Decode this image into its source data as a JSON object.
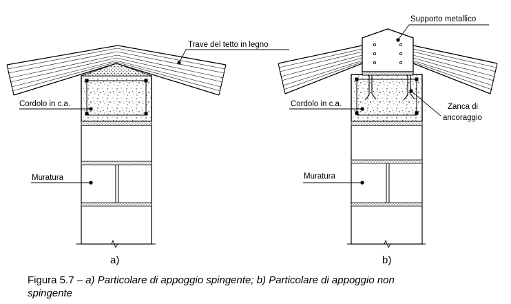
{
  "figure_a": {
    "beam_label": "Trave del tetto in legno",
    "curb_label": "Cordolo in c.a.",
    "masonry_label": "Muratura",
    "panel_label": "a)"
  },
  "figure_b": {
    "support_label": "Supporto metallico",
    "curb_label": "Cordolo in c.a.",
    "anchor_label_line1": "Zanca di",
    "anchor_label_line2": "ancoraggio",
    "masonry_label": "Muratura",
    "panel_label": "b)"
  },
  "caption": {
    "prefix": "Figura 5.7 – ",
    "text_line1": "a) Particolare di appoggio spingente; b) Particolare di appoggio non",
    "text_line2": "spingente"
  }
}
